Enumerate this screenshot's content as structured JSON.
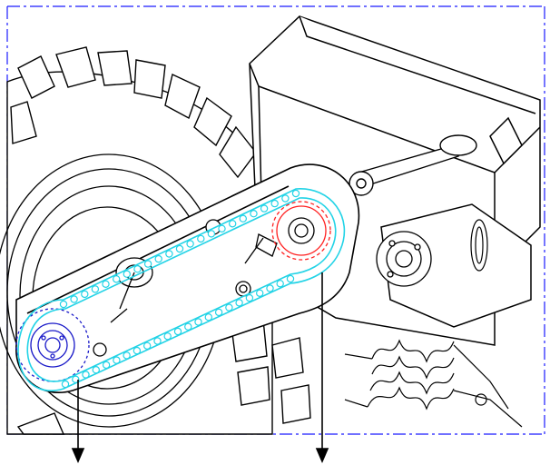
{
  "diagram": {
    "description_visible_text": [],
    "colors": {
      "line_art": "#000000",
      "background": "#ffffff",
      "frame_dash": "#1a1aff",
      "chain": "#22d3e6",
      "drive_sprocket": "#ff2020",
      "driven_sprocket": "#1818c8"
    },
    "callout_arrows": [
      {
        "name": "driven-sprocket-callout",
        "points_to": "driven-sprocket"
      },
      {
        "name": "drive-sprocket-callout",
        "points_to": "drive-sprocket"
      }
    ]
  }
}
